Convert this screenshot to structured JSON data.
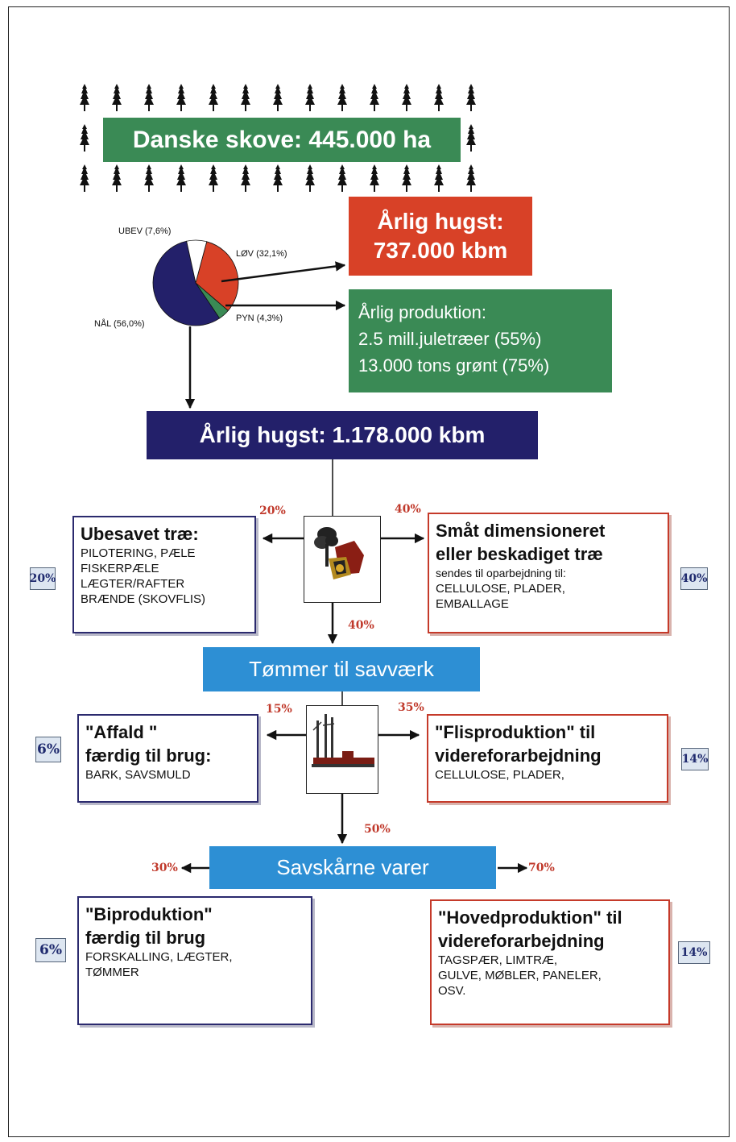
{
  "colors": {
    "green": "#3a8a55",
    "red": "#d84127",
    "navy": "#23206a",
    "blue": "#2d8fd4",
    "pct_red": "#c0392b",
    "border_navy": "#2b2a6e",
    "border_red": "#c53a2a"
  },
  "header": {
    "title": "Danske skove: 445.000 ha"
  },
  "pie": {
    "slices": [
      {
        "label": "LØV (32,1%)",
        "value": 32.1,
        "color": "#d84127"
      },
      {
        "label": "PYN (4,3%)",
        "value": 4.3,
        "color": "#3a8a55"
      },
      {
        "label": "NÅL (56,0%)",
        "value": 56.0,
        "color": "#23206a"
      },
      {
        "label": "UBEV (7,6%)",
        "value": 7.6,
        "color": "#ffffff"
      }
    ]
  },
  "hugst_lov": {
    "line1": "Årlig hugst:",
    "line2": "737.000 kbm"
  },
  "produktion": {
    "line1": "Årlig produktion:",
    "line2": "2.5 mill.juletræer (55%)",
    "line3": "13.000 tons grønt (75%)"
  },
  "hugst_nal": {
    "title": "Årlig hugst: 1.178.000 kbm"
  },
  "forest_icon": "forest-harvester-icon",
  "sawmill_icon": "sawmill-icon",
  "ubesavet": {
    "title": "Ubesavet træ:",
    "lines": [
      "PILOTERING, PÆLE",
      "FISKERPÆLE",
      "LÆGTER/RAFTER",
      "BRÆNDE (SKOVFLIS)"
    ],
    "pct_arrow": "20%",
    "pct_tag": "20%"
  },
  "smaat": {
    "title1": "Småt dimensioneret",
    "title2": "eller beskadiget træ",
    "note": "sendes til oparbejdning til:",
    "lines": [
      "CELLULOSE, PLADER,",
      "EMBALLAGE"
    ],
    "pct_arrow": "40%",
    "pct_tag": "40%"
  },
  "down1_pct": "40%",
  "tommer": {
    "title": "Tømmer til savværk"
  },
  "affald": {
    "title1": "\"Affald \"",
    "title2": "færdig til brug:",
    "lines": [
      "BARK, SAVSMULD"
    ],
    "pct_arrow": "15%",
    "pct_tag": "6%"
  },
  "flis": {
    "title1": "\"Flisproduktion\" til",
    "title2": "videreforarbejdning",
    "lines": [
      "CELLULOSE, PLADER,"
    ],
    "pct_arrow": "35%",
    "pct_tag": "14%"
  },
  "down2_pct": "50%",
  "savskaarne": {
    "title": "Savskårne varer",
    "left_pct": "30%",
    "right_pct": "70%"
  },
  "bipro": {
    "title1": "\"Biproduktion\"",
    "title2": "færdig til brug",
    "lines": [
      "FORSKALLING, LÆGTER,",
      "TØMMER"
    ],
    "pct_tag": "6%"
  },
  "hovedpro": {
    "title1": "\"Hovedproduktion\" til",
    "title2": "videreforarbejdning",
    "lines": [
      "TAGSPÆR, LIMTRÆ,",
      "GULVE, MØBLER, PANELER,",
      "OSV."
    ],
    "pct_tag": "14%"
  }
}
